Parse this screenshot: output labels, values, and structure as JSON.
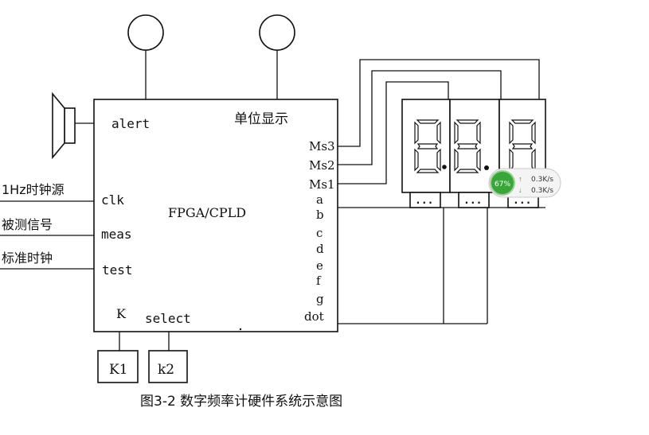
{
  "diagram": {
    "chip_label": "FPGA/CPLD",
    "unit_label": "单位显示",
    "alert_label": "alert",
    "left_ports": [
      "clk",
      "meas",
      "test"
    ],
    "left_inputs": [
      "1Hz时钟源",
      "被测信号",
      "标准时钟"
    ],
    "right_ports": [
      "Ms3",
      "Ms2",
      "Ms1",
      "a",
      "b",
      "c",
      "d",
      "e",
      "f",
      "g",
      "dot"
    ],
    "bottom_ports": [
      "K",
      "select"
    ],
    "switches": [
      "K1",
      "k2"
    ],
    "digit_dots": [
      "...",
      "...",
      "..."
    ],
    "caption": "图3-2 数字频率计硬件系统示意图"
  },
  "net_widget": {
    "percent": "67%",
    "up_speed": "0.3K/s",
    "down_speed": "0.3K/s",
    "up_arrow": "↑",
    "down_arrow": "↓",
    "accent": "#3aa63a"
  }
}
